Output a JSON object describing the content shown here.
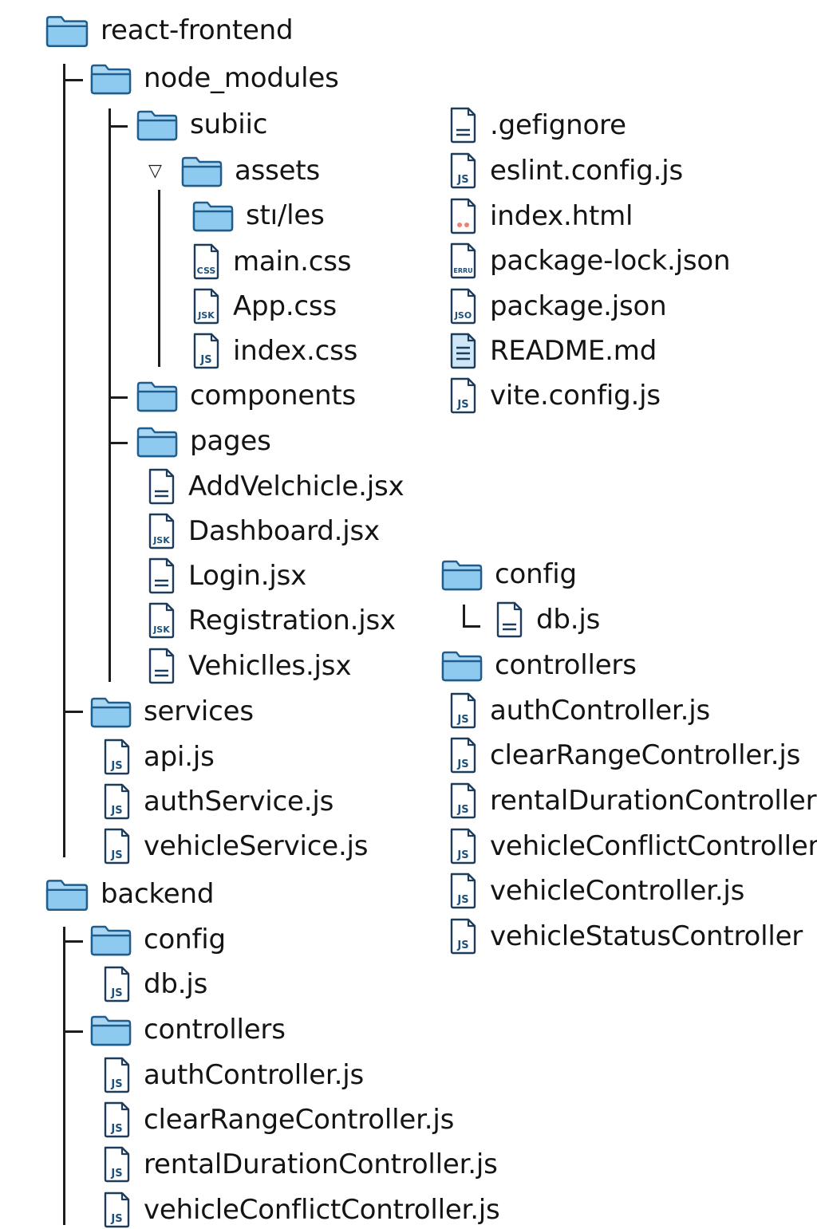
{
  "tree": {
    "left_column": [
      {
        "name": "react-frontend",
        "type": "folder"
      },
      {
        "name": "node_modules",
        "type": "folder"
      },
      {
        "name": "subiic",
        "type": "folder"
      },
      {
        "name": "assets",
        "type": "folder",
        "expanded": true
      },
      {
        "name": "stı/les",
        "type": "folder"
      },
      {
        "name": "main.css",
        "type": "file",
        "badge": "CSS"
      },
      {
        "name": "App.css",
        "type": "file",
        "badge": "JSK"
      },
      {
        "name": "index.css",
        "type": "file",
        "badge": "JS"
      },
      {
        "name": "components",
        "type": "folder"
      },
      {
        "name": "pages",
        "type": "folder"
      },
      {
        "name": "AddVelchicle.jsx",
        "type": "file",
        "badge": "doc"
      },
      {
        "name": "Dashboard.jsx",
        "type": "file",
        "badge": "JSK"
      },
      {
        "name": "Login.jsx",
        "type": "file",
        "badge": "doc"
      },
      {
        "name": "Registration.jsx",
        "type": "file",
        "badge": "JSK"
      },
      {
        "name": "Vehiclles.jsx",
        "type": "file",
        "badge": "doc"
      },
      {
        "name": "services",
        "type": "folder"
      },
      {
        "name": "api.js",
        "type": "file",
        "badge": "JS"
      },
      {
        "name": "authService.js",
        "type": "file",
        "badge": "JS"
      },
      {
        "name": "vehicleService.js",
        "type": "file",
        "badge": "JS"
      },
      {
        "name": "backend",
        "type": "folder"
      },
      {
        "name": "config",
        "type": "folder"
      },
      {
        "name": "db.js",
        "type": "file",
        "badge": "JS"
      },
      {
        "name": "controllers",
        "type": "folder"
      },
      {
        "name": "authController.js",
        "type": "file",
        "badge": "JS"
      },
      {
        "name": "clearRangeController.js",
        "type": "file",
        "badge": "JS"
      },
      {
        "name": "rentalDurationController.js",
        "type": "file",
        "badge": "JS"
      },
      {
        "name": "vehicleConflictController.js",
        "type": "file",
        "badge": "JS"
      }
    ],
    "right_column": [
      {
        "name": ".gefignore",
        "type": "file",
        "badge": "doc"
      },
      {
        "name": "eslint.config.js",
        "type": "file",
        "badge": "JS"
      },
      {
        "name": "index.html",
        "type": "file",
        "badge": "html"
      },
      {
        "name": "package-lock.json",
        "type": "file",
        "badge": "ERRU"
      },
      {
        "name": "package.json",
        "type": "file",
        "badge": "JSO"
      },
      {
        "name": "README.md",
        "type": "file",
        "badge": "md"
      },
      {
        "name": "vite.config.js",
        "type": "file",
        "badge": "JS"
      },
      {
        "name": "config",
        "type": "folder"
      },
      {
        "name": "db.js",
        "type": "file",
        "badge": "doc"
      },
      {
        "name": "controllers",
        "type": "folder"
      },
      {
        "name": "authController.js",
        "type": "file",
        "badge": "JS"
      },
      {
        "name": "clearRangeController.js",
        "type": "file",
        "badge": "JS"
      },
      {
        "name": "rentalDurationController",
        "type": "file",
        "badge": "JS"
      },
      {
        "name": "vehicleConflictController",
        "type": "file",
        "badge": "JS"
      },
      {
        "name": "vehicleController.js",
        "type": "file",
        "badge": "JS"
      },
      {
        "name": "vehicleStatusController",
        "type": "file",
        "badge": "JS"
      }
    ]
  },
  "colors": {
    "folder_fill": "#8ec9ef",
    "folder_tab": "#a9d6f3",
    "folder_stroke": "#1f5e8c",
    "file_stroke": "#1d3b5a",
    "badge_text": "#1d4f7a",
    "tree_line": "#1c1c1c",
    "html_accent": "#f08070",
    "md_fill": "#cfe6f7"
  }
}
